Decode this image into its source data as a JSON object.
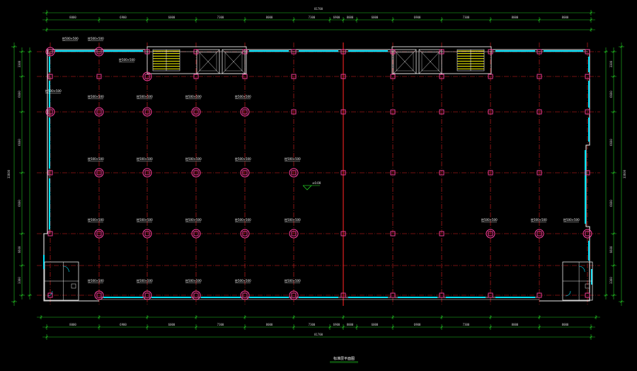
{
  "colors": {
    "background": "#000000",
    "axis": "#e02020",
    "dimension": "#22c422",
    "wall": "#e8e8e8",
    "window": "#00e5ff",
    "column": "#ff3f9f",
    "stair": "#ffff00",
    "text": "#ffffff"
  },
  "top_dims": {
    "overall": "81700",
    "spans": [
      "8000",
      "6900",
      "6000",
      "7300",
      "8000",
      "7300",
      "6900",
      "8000",
      "6000",
      "6900",
      "7300",
      "8000",
      "8000"
    ]
  },
  "bottom_dims": {
    "overall": "81700",
    "spans": [
      "8000",
      "6900",
      "6000",
      "7300",
      "8000",
      "7300",
      "6900",
      "8000",
      "6000",
      "6900",
      "7300",
      "8000",
      "8000"
    ]
  },
  "left_dims": {
    "overall": "33600",
    "spans": [
      "3300",
      "6600",
      "6600",
      "6600",
      "6600",
      "3300"
    ]
  },
  "right_dims": {
    "overall": "33600",
    "spans": [
      "3300",
      "6600",
      "6600",
      "6600",
      "6600",
      "3300"
    ]
  },
  "column_tags": [
    "柱500×500",
    "柱500×500",
    "柱500×500",
    "柱500×500",
    "柱500×500"
  ],
  "elevation_mark": "±0.00",
  "drawing_title": "标准层平面图"
}
